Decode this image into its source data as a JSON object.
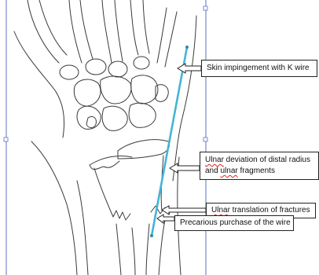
{
  "colors": {
    "bone_outline": "#3a3a3a",
    "wire": "#45b4d6",
    "frame_line": "#5a73b8",
    "frame_handle": "#7a8ccc",
    "box_border": "#222222",
    "spellcheck_underline": "#d22222"
  },
  "callouts": [
    {
      "id": "skin",
      "text": "Skin impingement with K wire"
    },
    {
      "id": "deviation",
      "word": "Ulnar",
      "rest": " deviation of distal radius and ",
      "word2": "ulnar",
      "rest2": " fragments"
    },
    {
      "id": "translation",
      "word": "Ulnar",
      "rest": " translation of fractures"
    },
    {
      "id": "purchase",
      "text": "Precarious purchase of the wire"
    }
  ]
}
